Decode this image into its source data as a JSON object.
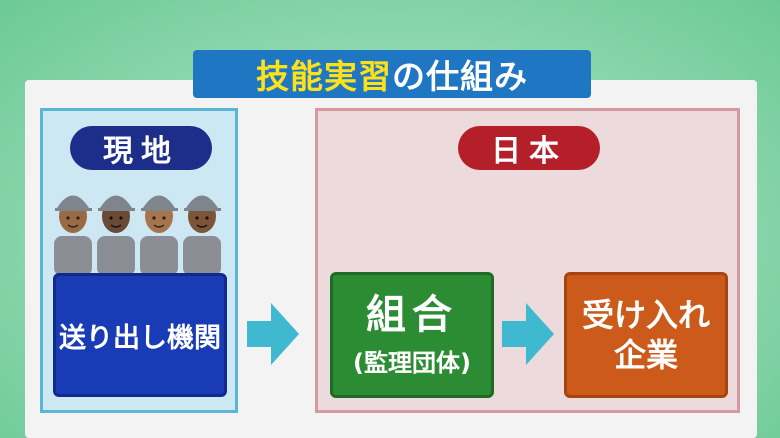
{
  "title": {
    "highlight": "技能実習",
    "rest": "の仕組み"
  },
  "left_section": {
    "label": "現地",
    "box_label": "送り出し機関"
  },
  "right_section": {
    "label": "日本",
    "union": {
      "main": "組合",
      "sub": "(監理団体)"
    },
    "company": {
      "line1": "受け入れ",
      "line2": "企業"
    }
  },
  "colors": {
    "title_bar": "#1f76c2",
    "title_highlight": "#ffe11a",
    "navy": "#1d2d8a",
    "red": "#b51f2a",
    "blue_box": "#1a3bb6",
    "green_box": "#2c8c33",
    "orange_box": "#cc5a1a",
    "arrow": "#3fb9cf"
  },
  "icons": [
    "worker-group-illustration",
    "arrow-right-icon"
  ]
}
